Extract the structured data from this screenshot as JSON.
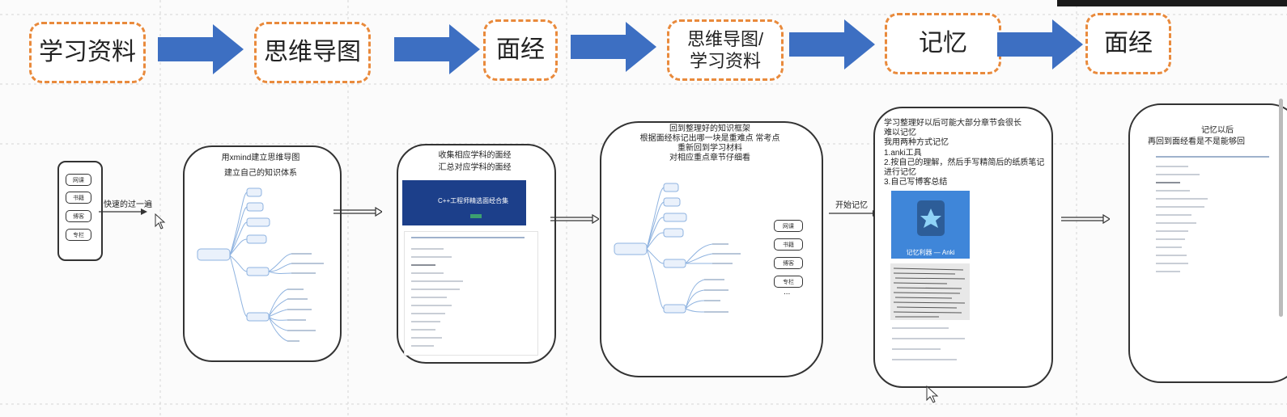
{
  "flow": {
    "stages": [
      "学习资料",
      "思维导图",
      "面经",
      "思维导图/\n学习资料",
      "记忆",
      "面经"
    ]
  },
  "panel1": {
    "buttons": [
      "网课",
      "书籍",
      "博客",
      "专栏"
    ],
    "caption": "快速的过一遍"
  },
  "panel2": {
    "title_line1": "用xmind建立思维导图",
    "title_line2": "建立自己的知识体系"
  },
  "panel3": {
    "title_line1": "收集相应学科的面经",
    "title_line2": "汇总对应学科的面经",
    "banner_text": "C++工程师精选面经合集"
  },
  "panel4": {
    "title_lines": [
      "回到整理好的知识框架",
      "根据面经标记出哪一块是重难点 常考点",
      "重新回到学习材料",
      "对相应重点章节仔细看"
    ],
    "side_buttons": [
      "网课",
      "书籍",
      "博客",
      "专栏"
    ],
    "dots": "..."
  },
  "label_memory": "开始记忆",
  "panel5": {
    "text_lines": [
      "学习整理好以后可能大部分章节会很长",
      "难以记忆",
      "我用两种方式记忆",
      "1.anki工具",
      "2.按自己的理解，然后手写精简后的纸质笔记",
      "进行记忆",
      "3.自己写博客总结"
    ],
    "anki_caption": "记忆利器 — Anki"
  },
  "panel6": {
    "title_line1": "记忆以后",
    "title_line2": "再回到面经看是不是能够回"
  },
  "colors": {
    "arrow_blue": "#3d6fc2",
    "dash_orange": "#e98a3c"
  }
}
